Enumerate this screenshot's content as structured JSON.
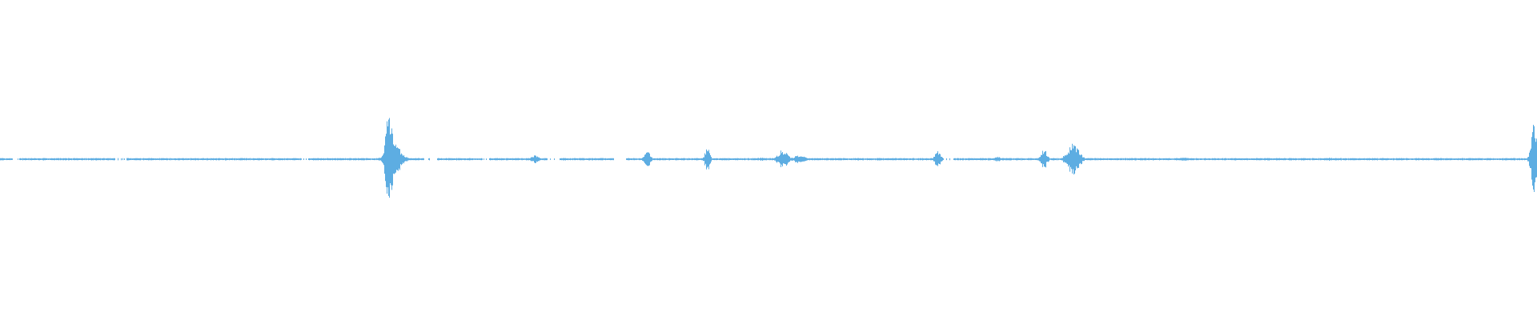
{
  "waveform": {
    "color": "#5DADE2",
    "background": "#ffffff",
    "duration_fraction_bursts": [
      {
        "pos": 0.0,
        "amp": 0.01,
        "spread": 0.004
      },
      {
        "pos": 0.117,
        "amp": 0.006,
        "spread": 0.002
      },
      {
        "pos": 0.253,
        "amp": 0.3,
        "spread": 0.003
      },
      {
        "pos": 0.256,
        "amp": 0.1,
        "spread": 0.006
      },
      {
        "pos": 0.348,
        "amp": 0.03,
        "spread": 0.003
      },
      {
        "pos": 0.421,
        "amp": 0.05,
        "spread": 0.0025
      },
      {
        "pos": 0.46,
        "amp": 0.075,
        "spread": 0.002
      },
      {
        "pos": 0.495,
        "amp": 0.01,
        "spread": 0.004
      },
      {
        "pos": 0.509,
        "amp": 0.06,
        "spread": 0.004
      },
      {
        "pos": 0.52,
        "amp": 0.025,
        "spread": 0.005
      },
      {
        "pos": 0.61,
        "amp": 0.055,
        "spread": 0.0025
      },
      {
        "pos": 0.649,
        "amp": 0.015,
        "spread": 0.003
      },
      {
        "pos": 0.679,
        "amp": 0.07,
        "spread": 0.0025
      },
      {
        "pos": 0.698,
        "amp": 0.1,
        "spread": 0.005
      },
      {
        "pos": 0.77,
        "amp": 0.01,
        "spread": 0.004
      },
      {
        "pos": 0.865,
        "amp": 0.01,
        "spread": 0.004
      },
      {
        "pos": 0.998,
        "amp": 0.25,
        "spread": 0.0025
      }
    ],
    "gaps": [
      [
        0.008,
        0.012
      ],
      [
        0.074,
        0.082
      ],
      [
        0.196,
        0.201
      ],
      [
        0.276,
        0.284
      ],
      [
        0.314,
        0.318
      ],
      [
        0.356,
        0.364
      ],
      [
        0.399,
        0.407
      ],
      [
        0.614,
        0.62
      ]
    ]
  }
}
